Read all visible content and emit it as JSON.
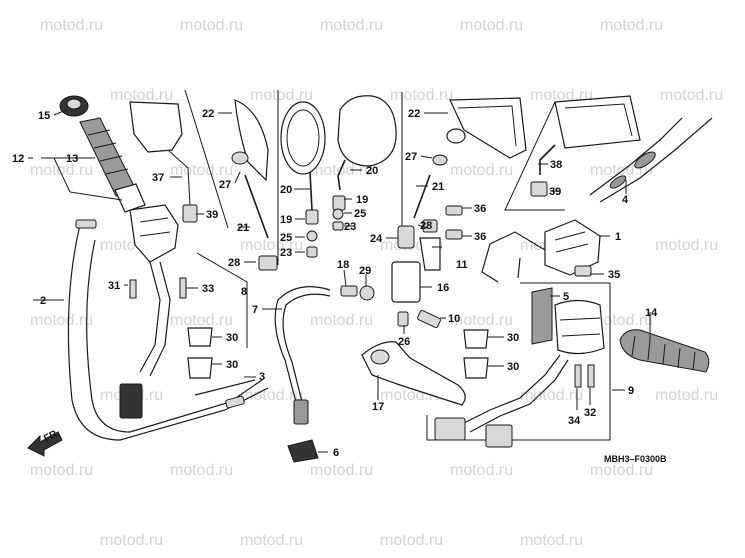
{
  "diagram": {
    "code": "MBH3–F0300B",
    "direction_label": "FR.",
    "watermark": "motod.ru",
    "part_labels": {
      "p1": "1",
      "p2": "2",
      "p3": "3",
      "p4": "4",
      "p5": "5",
      "p6": "6",
      "p7": "7",
      "p8": "8",
      "p9": "9",
      "p10": "10",
      "p11": "11",
      "p12": "12",
      "p13": "13",
      "p14": "14",
      "p15": "15",
      "p16": "16",
      "p17": "17",
      "p18": "18",
      "p19": "19",
      "p19b": "19",
      "p20": "20",
      "p20b": "20",
      "p21": "21",
      "p21b": "21",
      "p22": "22",
      "p22b": "22",
      "p23": "23",
      "p23b": "23",
      "p24": "24",
      "p25": "25",
      "p25b": "25",
      "p26": "26",
      "p27": "27",
      "p27b": "27",
      "p28": "28",
      "p28b": "28",
      "p29": "29",
      "p30": "30",
      "p30b": "30",
      "p30c": "30",
      "p30d": "30",
      "p31": "31",
      "p32": "32",
      "p33": "33",
      "p34": "34",
      "p35": "35",
      "p36": "36",
      "p36b": "36",
      "p37": "37",
      "p38": "38",
      "p39": "39",
      "p39b": "39"
    }
  }
}
